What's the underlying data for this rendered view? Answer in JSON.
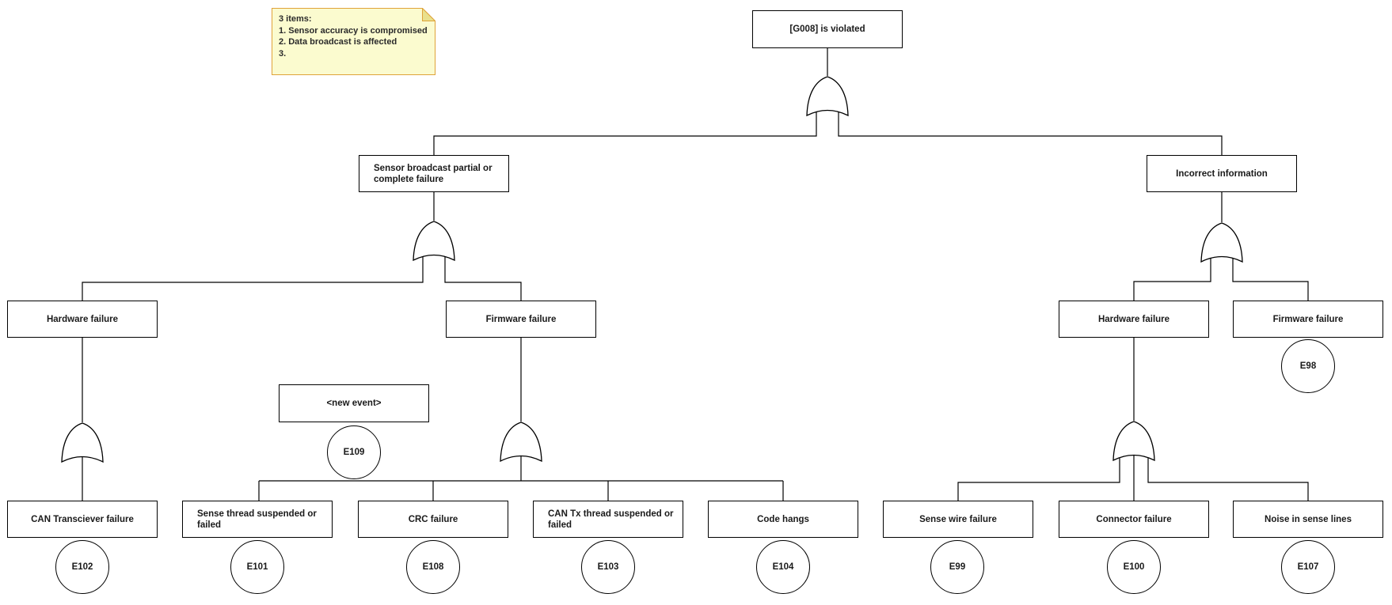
{
  "note": {
    "lines": [
      "3 items:",
      "1. Sensor accuracy is compromised",
      "2. Data broadcast is affected",
      "3."
    ]
  },
  "nodes": {
    "root": {
      "label": "[G008] is violated"
    },
    "sensor_broadcast": {
      "label": "Sensor broadcast partial or complete failure"
    },
    "incorrect_info": {
      "label": "Incorrect information"
    },
    "hw_left": {
      "label": "Hardware failure"
    },
    "fw_left": {
      "label": "Firmware failure"
    },
    "hw_right": {
      "label": "Hardware failure"
    },
    "fw_right": {
      "label": "Firmware failure",
      "event_id": "E98"
    },
    "new_event": {
      "label": "<new event>",
      "event_id": "E109"
    },
    "can_transciever": {
      "label": "CAN Transciever failure",
      "event_id": "E102"
    },
    "sense_thread": {
      "label": "Sense thread suspended or failed",
      "event_id": "E101"
    },
    "crc": {
      "label": "CRC failure",
      "event_id": "E108"
    },
    "can_tx": {
      "label": "CAN Tx thread suspended or failed",
      "event_id": "E103"
    },
    "code_hangs": {
      "label": "Code hangs",
      "event_id": "E104"
    },
    "sense_wire": {
      "label": "Sense wire failure",
      "event_id": "E99"
    },
    "connector": {
      "label": "Connector failure",
      "event_id": "E100"
    },
    "noise": {
      "label": "Noise in sense lines",
      "event_id": "E107"
    }
  },
  "structure": {
    "root": {
      "gate": "OR",
      "children": [
        "sensor_broadcast",
        "incorrect_info"
      ]
    },
    "sensor_broadcast": {
      "gate": "OR",
      "children": [
        "hw_left",
        "fw_left"
      ]
    },
    "hw_left": {
      "gate": "OR",
      "children": [
        "can_transciever"
      ]
    },
    "fw_left": {
      "gate": "OR",
      "children": [
        "sense_thread",
        "crc",
        "can_tx",
        "code_hangs"
      ]
    },
    "incorrect_info": {
      "gate": "OR",
      "children": [
        "hw_right",
        "fw_right"
      ]
    },
    "hw_right": {
      "gate": "OR",
      "children": [
        "sense_wire",
        "connector",
        "noise"
      ]
    }
  },
  "colors": {
    "line": "#000000",
    "box_fill": "#ffffff",
    "box_border": "#000000",
    "note_fill": "#fbfbcf",
    "note_border": "#dfa339",
    "note_fold": "#e9e08c"
  }
}
